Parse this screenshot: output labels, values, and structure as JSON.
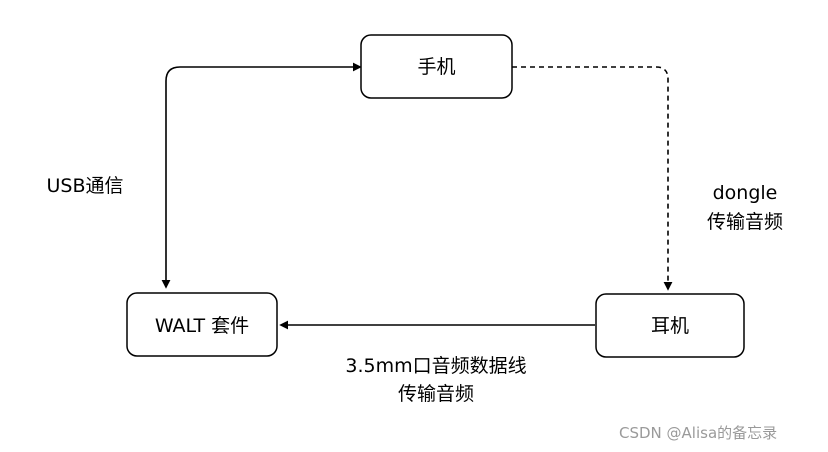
{
  "diagram": {
    "nodes": {
      "phone": "手机",
      "walt_kit": "WALT 套件",
      "earphone": "耳机"
    },
    "edges": {
      "usb": {
        "label": "USB通信"
      },
      "dongle": {
        "label_line1": "dongle",
        "label_line2": "传输音频"
      },
      "jack": {
        "label_line1": "3.5mm口音频数据线",
        "label_line2": "传输音频"
      }
    }
  },
  "watermark": "CSDN @Alisa的备忘录"
}
